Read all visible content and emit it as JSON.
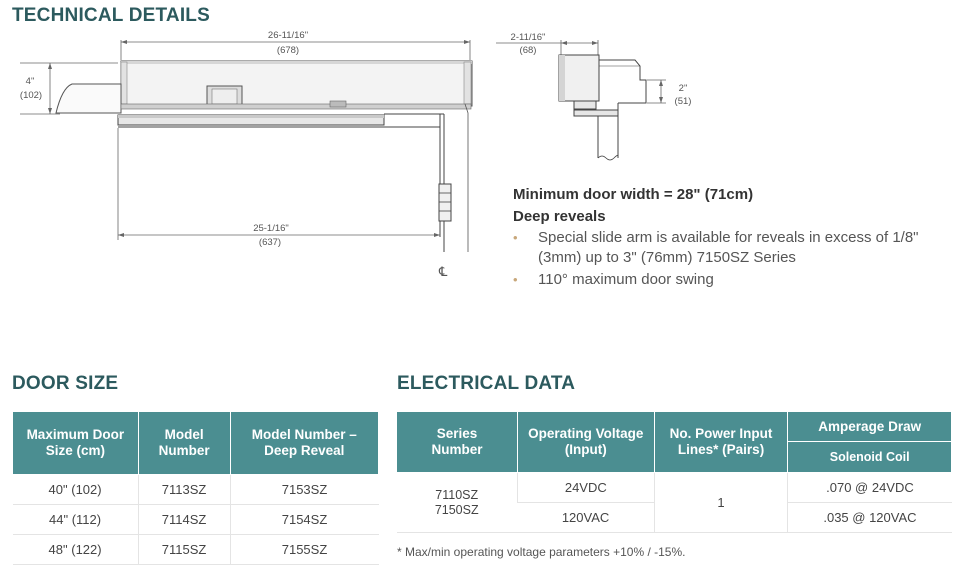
{
  "technical": {
    "heading": "TECHNICAL DETAILS",
    "dims": {
      "overall_width": "26-11/16\"",
      "overall_width_mm": "(678)",
      "height": "4\"",
      "height_mm": "(102)",
      "arm_width": "25-1/16\"",
      "arm_width_mm": "(637)",
      "side_depth": "2-11/16\"",
      "side_depth_mm": "(68)",
      "side_height": "2\"",
      "side_height_mm": "(51)"
    },
    "cl_mark": "℄",
    "min_door_width": "Minimum door width = 28\" (71cm)",
    "deep_reveals": "Deep reveals",
    "bullets": [
      "Special slide arm is available for reveals in excess of 1/8\" (3mm) up to 3\" (76mm) 7150SZ Series",
      "110° maximum door swing"
    ],
    "bullet_symbol": "•"
  },
  "door_size": {
    "heading": "DOOR SIZE",
    "headers": [
      "Maximum Door Size (cm)",
      "Model Number",
      "Model Number – Deep Reveal"
    ],
    "rows": [
      [
        "40\" (102)",
        "7113SZ",
        "7153SZ"
      ],
      [
        "44\" (112)",
        "7114SZ",
        "7154SZ"
      ],
      [
        "48\" (122)",
        "7115SZ",
        "7155SZ"
      ]
    ]
  },
  "electrical": {
    "heading": "ELECTRICAL DATA",
    "headers": {
      "series": "Series Number",
      "voltage": "Operating Voltage (Input)",
      "lines": "No. Power Input Lines* (Pairs)",
      "amperage": "Amperage Draw",
      "solenoid": "Solenoid Coil"
    },
    "series_values": [
      "7110SZ",
      "7150SZ"
    ],
    "voltages": [
      "24VDC",
      "120VAC"
    ],
    "lines_value": "1",
    "amperages": [
      ".070 @ 24VDC",
      ".035 @ 120VAC"
    ],
    "footnote": "* Max/min operating voltage parameters +10% / -15%."
  },
  "colors": {
    "heading": "#2c5a5e",
    "table_header": "#4b8e91",
    "bullet": "#c8a77a"
  }
}
